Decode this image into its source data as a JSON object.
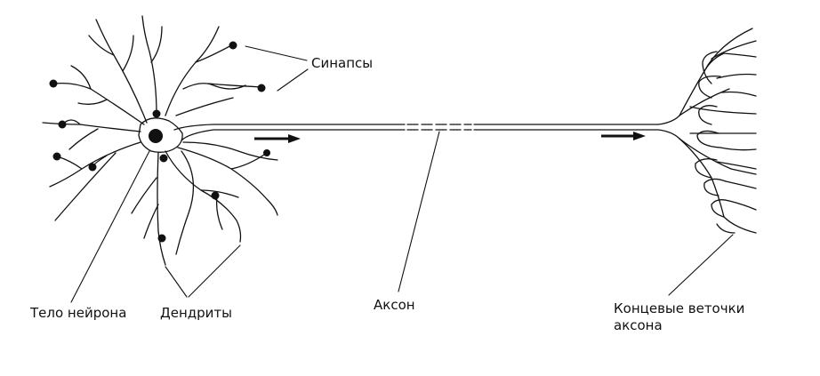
{
  "labels": {
    "synapses": "Синапсы",
    "soma": "Тело нейрона",
    "dendrites": "Дендриты",
    "axon": "Аксон",
    "terminals_line1": "Концевые веточки",
    "terminals_line2": "аксона"
  },
  "colors": {
    "ink": "#111111",
    "background": "#ffffff"
  }
}
